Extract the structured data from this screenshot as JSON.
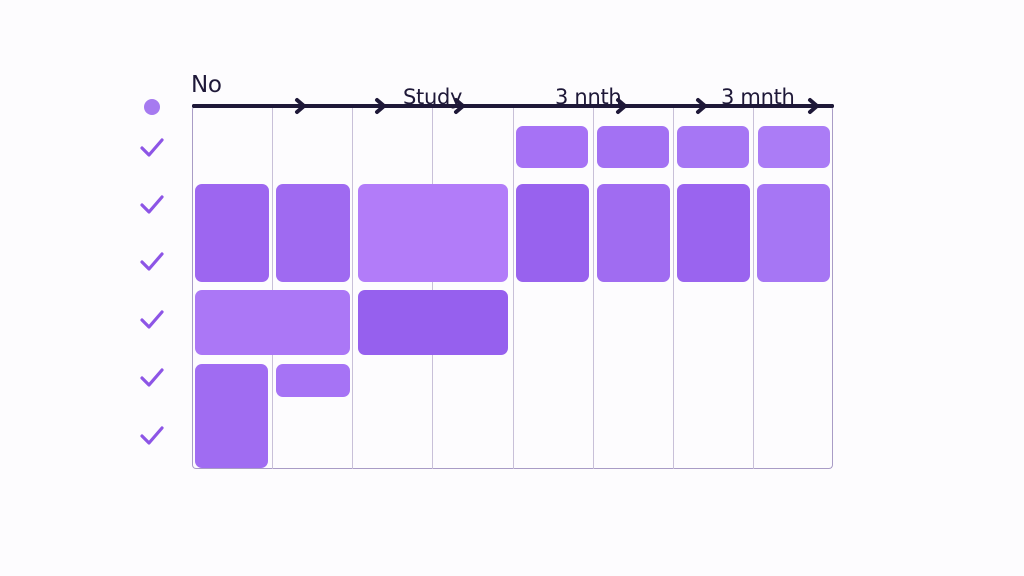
{
  "labels": {
    "no": "No",
    "study": "Study",
    "three_month_1": "3 nnth",
    "three_month_2": "3 mnth"
  },
  "colors": {
    "accent": "#a67af0",
    "dark": "#1e1838",
    "block_light": "#b07cf8",
    "block_mid": "#a371f3",
    "block_dark": "#9660ee",
    "check": "#8d55e6"
  },
  "checklist": [
    {
      "checked": true
    },
    {
      "checked": true
    },
    {
      "checked": true
    },
    {
      "checked": true
    },
    {
      "checked": true
    },
    {
      "checked": true
    }
  ]
}
